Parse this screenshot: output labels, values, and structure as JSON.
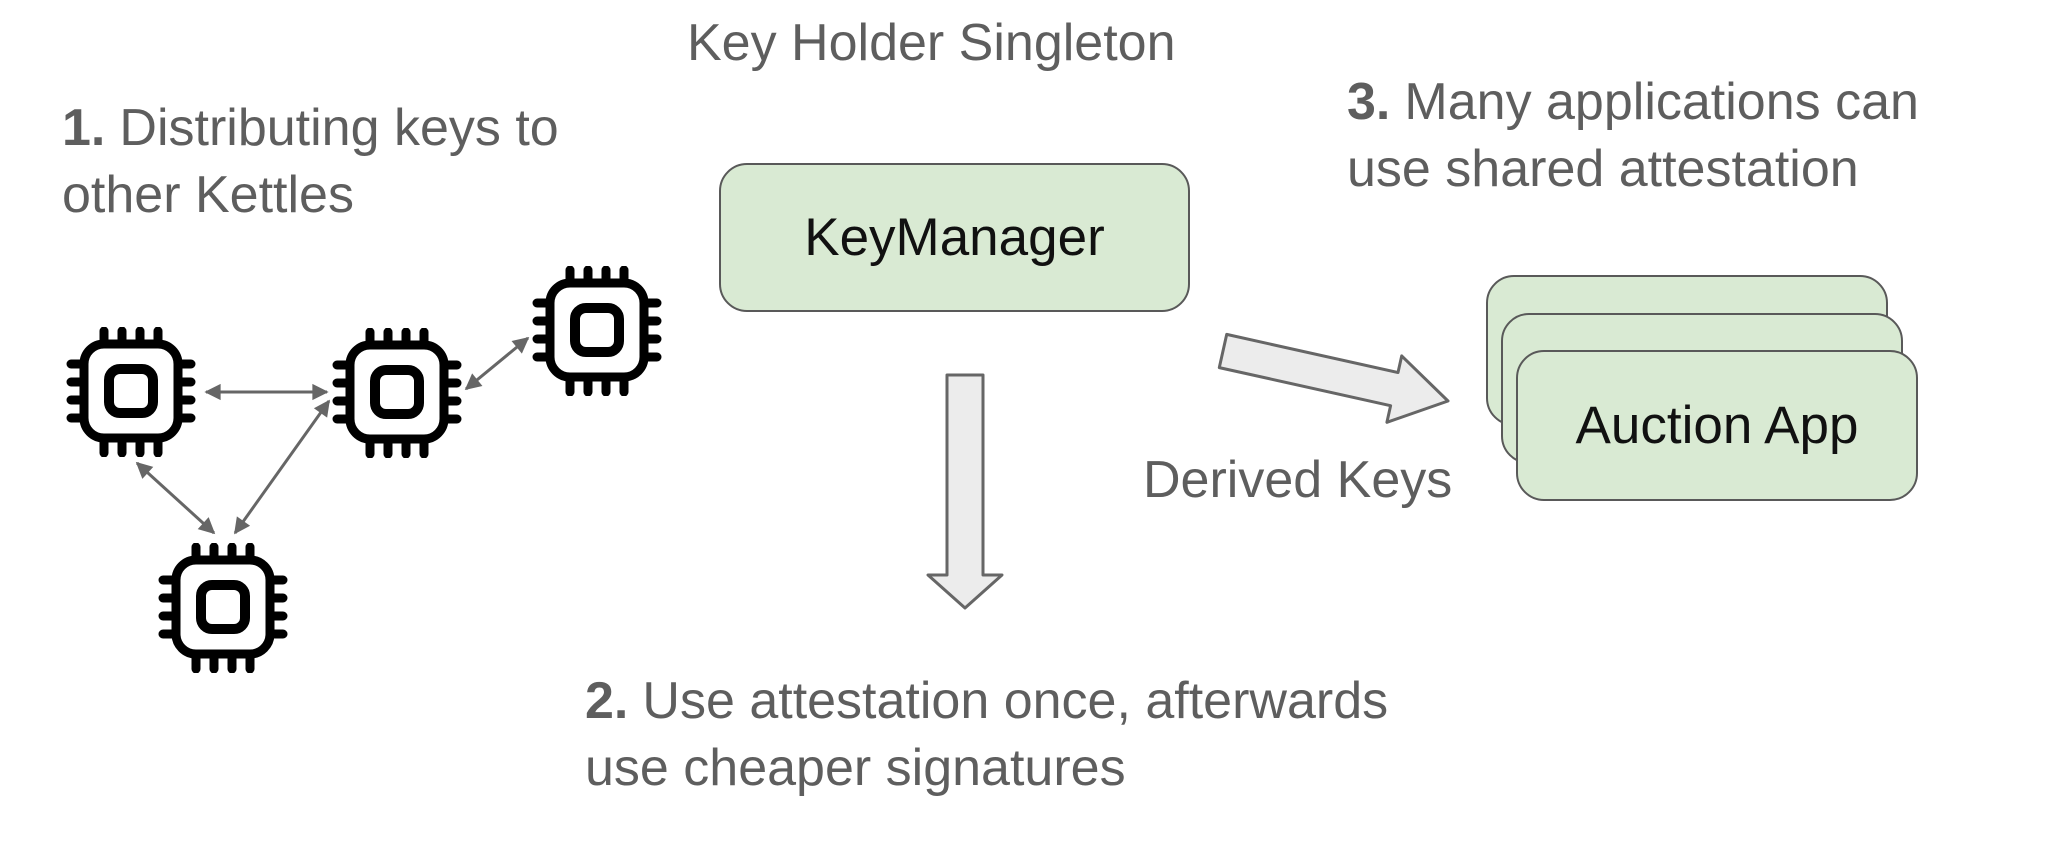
{
  "title": "Key Holder Singleton",
  "notes": {
    "one": {
      "num": "1.",
      "line1": "Distributing keys to",
      "line2": "other Kettles"
    },
    "two": {
      "num": "2.",
      "line1": "Use attestation once, afterwards",
      "line2": "use cheaper signatures"
    },
    "three": {
      "num": "3.",
      "line1": "Many applications can",
      "line2": "use shared attestation"
    }
  },
  "nodes": {
    "key_manager": {
      "label": "KeyManager"
    },
    "auction_app": {
      "label": "Auction App"
    }
  },
  "edge_labels": {
    "derived_keys": "Derived Keys"
  },
  "icons": {
    "kettle": "microchip-icon"
  },
  "colors": {
    "node_fill": "#d9ead3",
    "node_stroke": "#595959",
    "block_arrow_fill": "#ececec",
    "block_arrow_stroke": "#666666",
    "connector": "#666666",
    "text_gray": "#5e5e5e",
    "label_black": "#111111",
    "chip": "#000000",
    "background": "#ffffff"
  }
}
